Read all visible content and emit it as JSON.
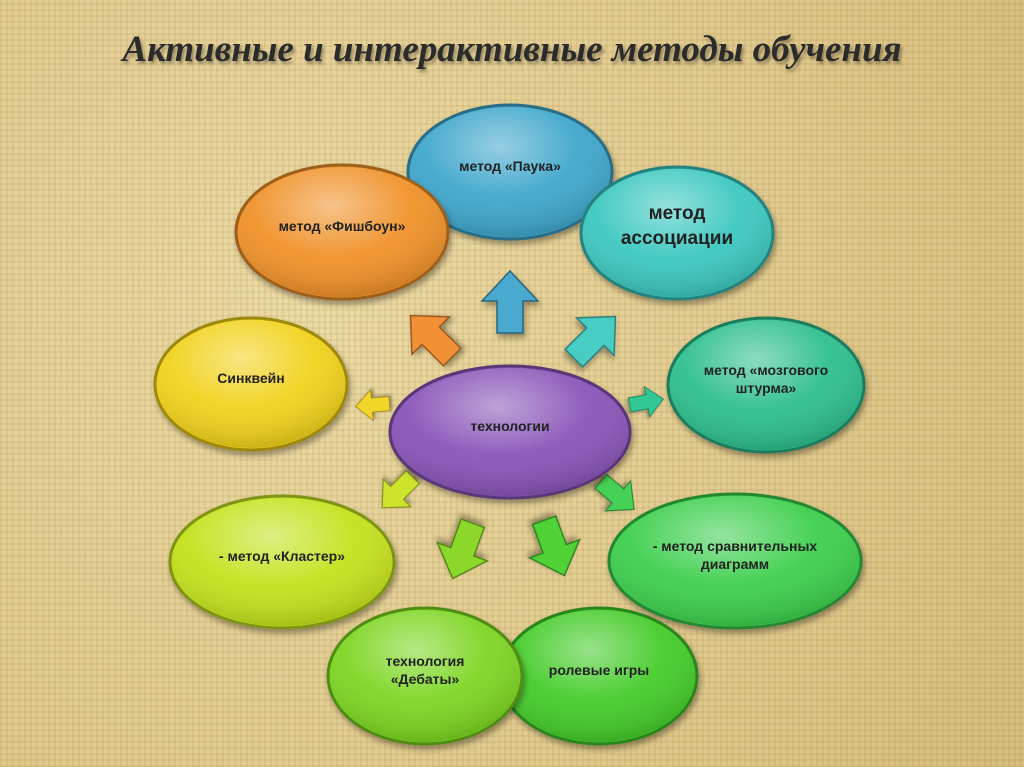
{
  "title": "Активные и интерактивные методы обучения",
  "center": {
    "label": "технологии",
    "color": "#8a55b8"
  },
  "nodes": [
    {
      "id": "spider",
      "label": "метод «Паука»",
      "color": "#3fa7cc"
    },
    {
      "id": "assoc",
      "label": "метод ассоциации",
      "color": "#3cc8c0"
    },
    {
      "id": "brainstorm",
      "label": "метод «мозгового штурма»",
      "color": "#2fbf8e"
    },
    {
      "id": "diagrams",
      "label": "- метод сравнительных диаграмм",
      "color": "#3ccf4e"
    },
    {
      "id": "roleplay",
      "label": "ролевые игры",
      "color": "#44cc2c"
    },
    {
      "id": "debates",
      "label": "технология «Дебаты»",
      "color": "#7cd622"
    },
    {
      "id": "cluster",
      "label": "- метод «Кластер»",
      "color": "#c4e21c"
    },
    {
      "id": "cinquain",
      "label": "Синквейн",
      "color": "#f2d21a"
    },
    {
      "id": "fishbone",
      "label": "метод «Фишбоун»",
      "color": "#f0922a"
    }
  ]
}
